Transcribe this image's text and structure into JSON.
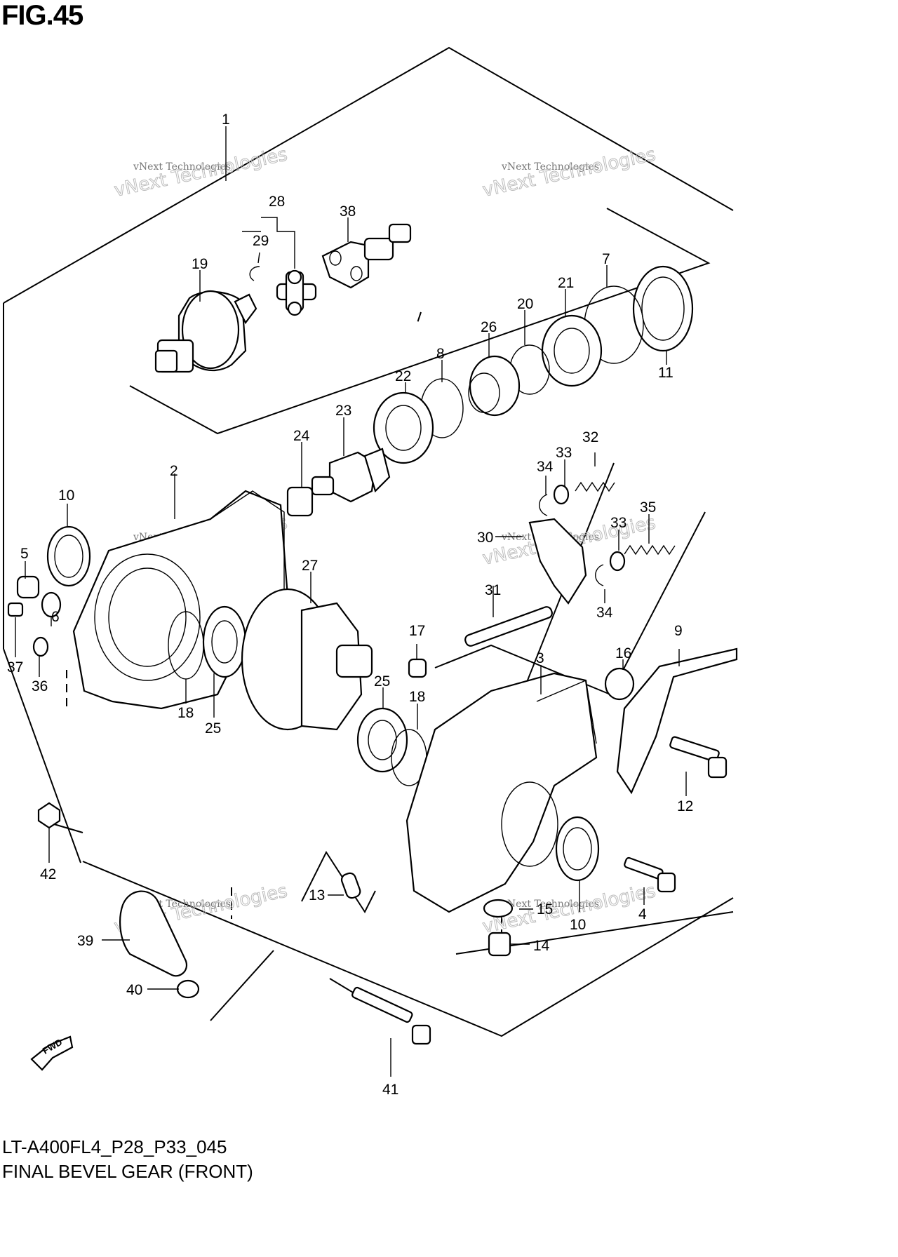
{
  "figure": {
    "title": "FIG.45",
    "code": "LT-A400FL4_P28_P33_045",
    "name": "FINAL BEVEL GEAR (FRONT)"
  },
  "watermark": {
    "small": "vNext Technologies",
    "large": "vNext Technologies"
  },
  "fwd_label": "FWD",
  "callouts": {
    "c1": "1",
    "c2": "2",
    "c3": "3",
    "c4": "4",
    "c5": "5",
    "c6": "6",
    "c7": "7",
    "c8": "8",
    "c9": "9",
    "c10a": "10",
    "c10b": "10",
    "c11": "11",
    "c12": "12",
    "c13": "13",
    "c14": "14",
    "c15": "15",
    "c17": "17",
    "c16": "16",
    "c18a": "18",
    "c18b": "18",
    "c19": "19",
    "c20": "20",
    "c21": "21",
    "c22": "22",
    "c23": "23",
    "c24": "24",
    "c25a": "25",
    "c25b": "25",
    "c26": "26",
    "c27": "27",
    "c28": "28",
    "c29": "29",
    "c30": "30",
    "c31": "31",
    "c32": "32",
    "c33a": "33",
    "c33b": "33",
    "c34a": "34",
    "c34b": "34",
    "c35": "35",
    "c36": "36",
    "c37": "37",
    "c38": "38",
    "c39": "39",
    "c40": "40",
    "c41": "41",
    "c42": "42"
  }
}
